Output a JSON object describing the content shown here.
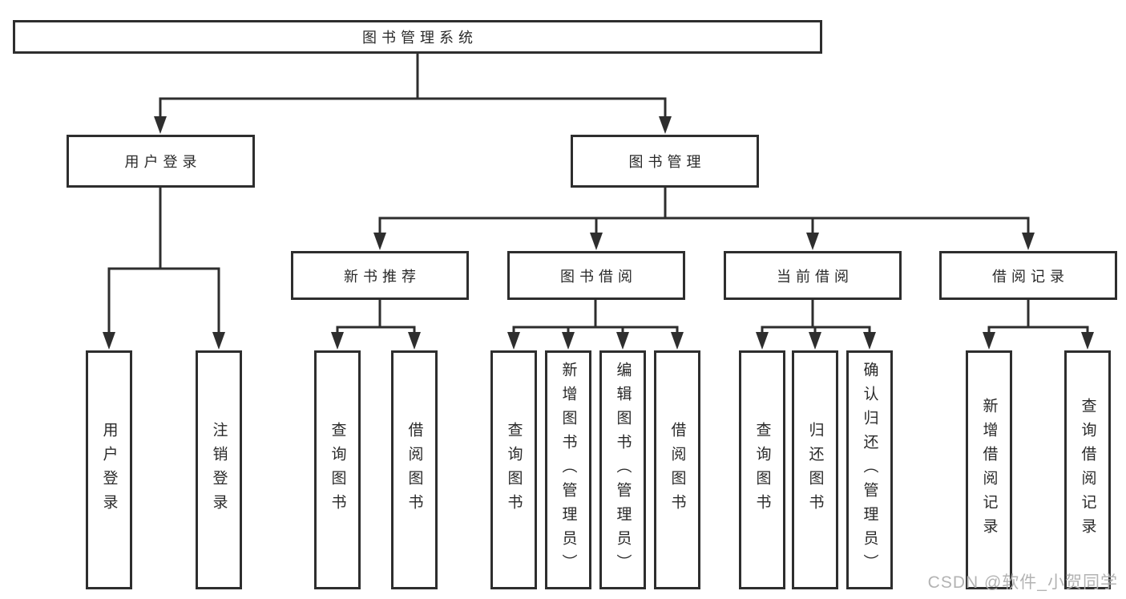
{
  "diagram": {
    "root": {
      "label": "图书管理系统"
    },
    "level2": [
      {
        "label": "用户登录"
      },
      {
        "label": "图书管理"
      }
    ],
    "level3": [
      {
        "label": "新书推荐"
      },
      {
        "label": "图书借阅"
      },
      {
        "label": "当前借阅"
      },
      {
        "label": "借阅记录"
      }
    ],
    "leaves": [
      {
        "label": "用户登录",
        "parent": "用户登录"
      },
      {
        "label": "注销登录",
        "parent": "用户登录"
      },
      {
        "label": "查询图书",
        "parent": "新书推荐"
      },
      {
        "label": "借阅图书",
        "parent": "新书推荐"
      },
      {
        "label": "查询图书",
        "parent": "图书借阅"
      },
      {
        "label": "新增图书（管理员）",
        "parent": "图书借阅"
      },
      {
        "label": "编辑图书（管理员）",
        "parent": "图书借阅"
      },
      {
        "label": "借阅图书",
        "parent": "图书借阅"
      },
      {
        "label": "查询图书",
        "parent": "当前借阅"
      },
      {
        "label": "归还图书",
        "parent": "当前借阅"
      },
      {
        "label": "确认归还（管理员）",
        "parent": "当前借阅"
      },
      {
        "label": "新增借阅记录",
        "parent": "借阅记录"
      },
      {
        "label": "查询借阅记录",
        "parent": "借阅记录"
      }
    ],
    "hierarchy": {
      "图书管理系统": [
        "用户登录",
        "图书管理"
      ],
      "用户登录": [
        "用户登录",
        "注销登录"
      ],
      "图书管理": [
        "新书推荐",
        "图书借阅",
        "当前借阅",
        "借阅记录"
      ],
      "新书推荐": [
        "查询图书",
        "借阅图书"
      ],
      "图书借阅": [
        "查询图书",
        "新增图书（管理员）",
        "编辑图书（管理员）",
        "借阅图书"
      ],
      "当前借阅": [
        "查询图书",
        "归还图书",
        "确认归还（管理员）"
      ],
      "借阅记录": [
        "新增借阅记录",
        "查询借阅记录"
      ]
    },
    "watermark": "CSDN @软件_小贺同学",
    "colors": {
      "line": "#2e2e2e",
      "text": "#2a2a2a",
      "background": "#ffffff",
      "watermark": "#afafaf"
    }
  }
}
